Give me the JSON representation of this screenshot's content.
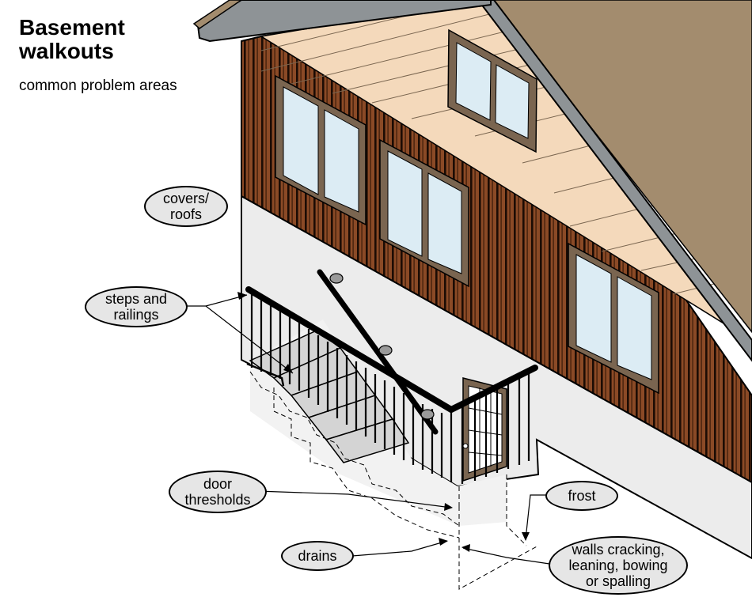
{
  "title": {
    "line1": "Basement",
    "line2": "walkouts"
  },
  "subtitle": "common problem areas",
  "callouts": {
    "covers": {
      "line1": "covers/",
      "line2": "roofs"
    },
    "steps": {
      "line1": "steps and",
      "line2": "railings"
    },
    "door": {
      "line1": "door",
      "line2": "thresholds"
    },
    "drains": {
      "line1": "drains"
    },
    "frost": {
      "line1": "frost"
    },
    "walls": {
      "line1": "walls cracking,",
      "line2": "leaning, bowing",
      "line3": "or spalling"
    }
  },
  "colors": {
    "siding": "#8b4a26",
    "siding_stripe": "#1c0c04",
    "gable": "#f4d9bb",
    "roof": "#a38c6e",
    "roof_trim": "#8e9396",
    "foundation": "#ececec",
    "window_frame": "#7a6550",
    "glass": "#dcecf4",
    "stair_tread": "#d4d4d4",
    "callout_fill": "#e6e6e6"
  }
}
